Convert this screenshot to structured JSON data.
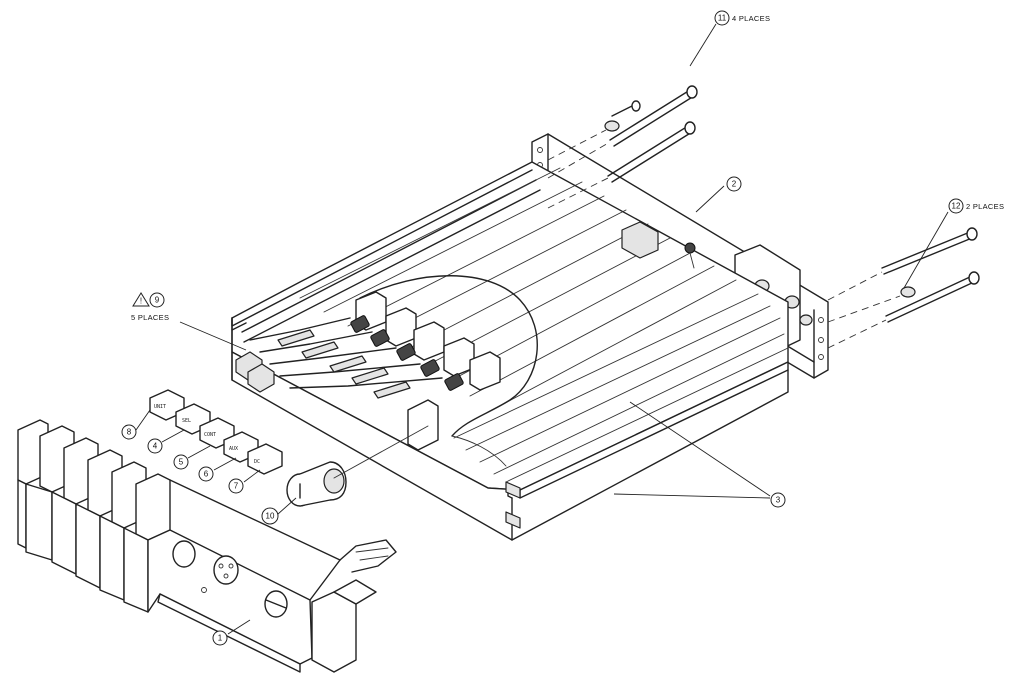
{
  "callouts": [
    {
      "id": "callout-1",
      "number": "1"
    },
    {
      "id": "callout-2",
      "number": "2"
    },
    {
      "id": "callout-3",
      "number": "3"
    },
    {
      "id": "callout-4",
      "number": "4"
    },
    {
      "id": "callout-5",
      "number": "5"
    },
    {
      "id": "callout-6",
      "number": "6"
    },
    {
      "id": "callout-7",
      "number": "7"
    },
    {
      "id": "callout-8",
      "number": "8"
    },
    {
      "id": "callout-9",
      "number": "9"
    },
    {
      "id": "callout-10",
      "number": "10"
    },
    {
      "id": "callout-11",
      "number": "11"
    },
    {
      "id": "callout-12",
      "number": "12"
    }
  ],
  "notes": {
    "callout_11": "4 PLACES",
    "callout_12": "2 PLACES",
    "callout_9": "5 PLACES"
  },
  "warning_flag": "!",
  "switch_labels": [
    "UNIT",
    "SEL",
    "CONT",
    "AUX",
    "DC"
  ]
}
